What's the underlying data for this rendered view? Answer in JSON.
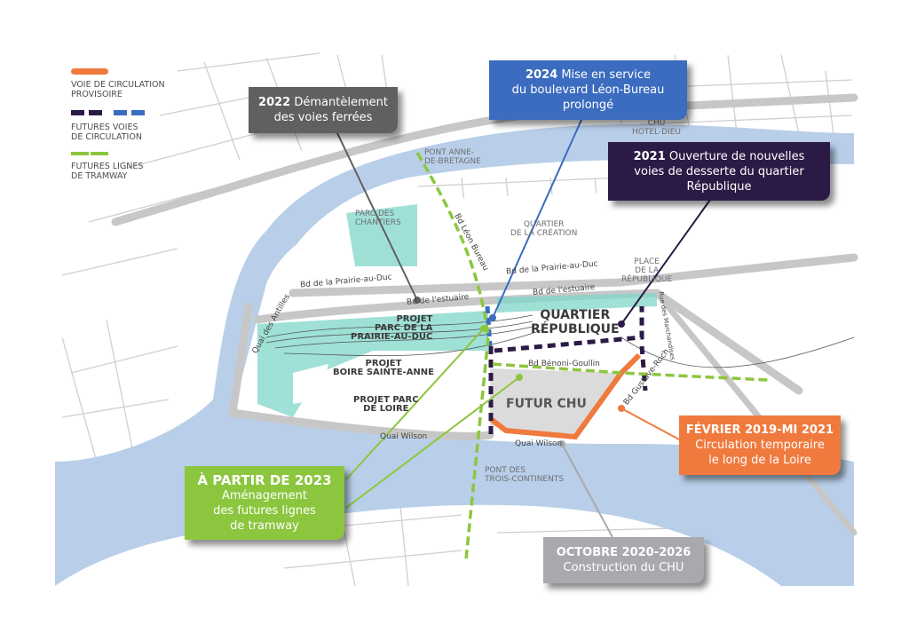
{
  "legend": {
    "provisional_road": "VOIE DE CIRCULATION PROVISOIRE",
    "future_roads": "FUTURES VOIES DE CIRCULATION",
    "future_tram": "FUTURES LIGNES DE TRAMWAY"
  },
  "callouts": {
    "c2022": {
      "year": "2022",
      "text": "Démantèlement des voies ferrées",
      "color": "#5f6062"
    },
    "c2024": {
      "year": "2024",
      "line1": "Mise en service",
      "line2": "du boulevard Léon-Bureau",
      "line3": "prolongé",
      "color": "#3b6cbf"
    },
    "c2021": {
      "year": "2021",
      "line1": "Ouverture de nouvelles",
      "line2": "voies de desserte du quartier",
      "line3": "République",
      "color": "#2b1a45"
    },
    "c2023": {
      "title": "À PARTIR DE 2023",
      "line1": "Aménagement",
      "line2": "des futures lignes",
      "line3": "de tramway",
      "color": "#8cc63f"
    },
    "c2019": {
      "title": "FÉVRIER 2019-MI 2021",
      "line1": "Circulation temporaire",
      "line2": "le long de la Loire",
      "color": "#f07a3e"
    },
    "c2020": {
      "title": "OCTOBRE 2020-2026",
      "line1": "Construction du CHU",
      "color": "#a7a9ac"
    }
  },
  "places": {
    "pont_anne": "PONT ANNE-",
    "pont_anne2": "DE-BRETAGNE",
    "chu_hotel": "CHU",
    "chu_hotel2": "HOTEL-DIEU",
    "parc_chantiers": "PARC DES",
    "parc_chantiers2": "CHANTIERS",
    "quartier_creation": "QUARTIER",
    "quartier_creation2": "DE LA CRÉATION",
    "place_rep": "PLACE",
    "place_rep2": "DE LA",
    "place_rep3": "RÉPUBLIQUE",
    "bd_leon": "Bd Léon Bureau",
    "bd_prairie1": "Bd de la Prairie-au-Duc",
    "bd_prairie2": "Bd de la Prairie-au-Duc",
    "bd_estuaire1": "Bd de l'estuaire",
    "bd_estuaire2": "Bd de l'estuaire",
    "quai_antilles": "Quai des Antilles",
    "projet_prairie": "PROJET",
    "projet_prairie2": "PARC DE LA",
    "projet_prairie3": "PRAIRIE-AU-DUC",
    "projet_boire": "PROJET",
    "projet_boire2": "BOIRE SAINTE-ANNE",
    "projet_loire": "PROJET PARC",
    "projet_loire2": "DE LOIRE",
    "quai_wilson1": "Quai Wilson",
    "quai_wilson2": "Quai Wilson",
    "quartier_rep": "QUARTIER",
    "quartier_rep2": "RÉPUBLIQUE",
    "bd_benoni": "Bd Bénoni-Goullin",
    "bd_gustave": "Bd Gustave-Roch",
    "rue_marchandises": "Rue des Marchandises",
    "futur_chu": "FUTUR CHU",
    "pont_trois": "PONT DES",
    "pont_trois2": "TROIS-CONTINENTS"
  }
}
